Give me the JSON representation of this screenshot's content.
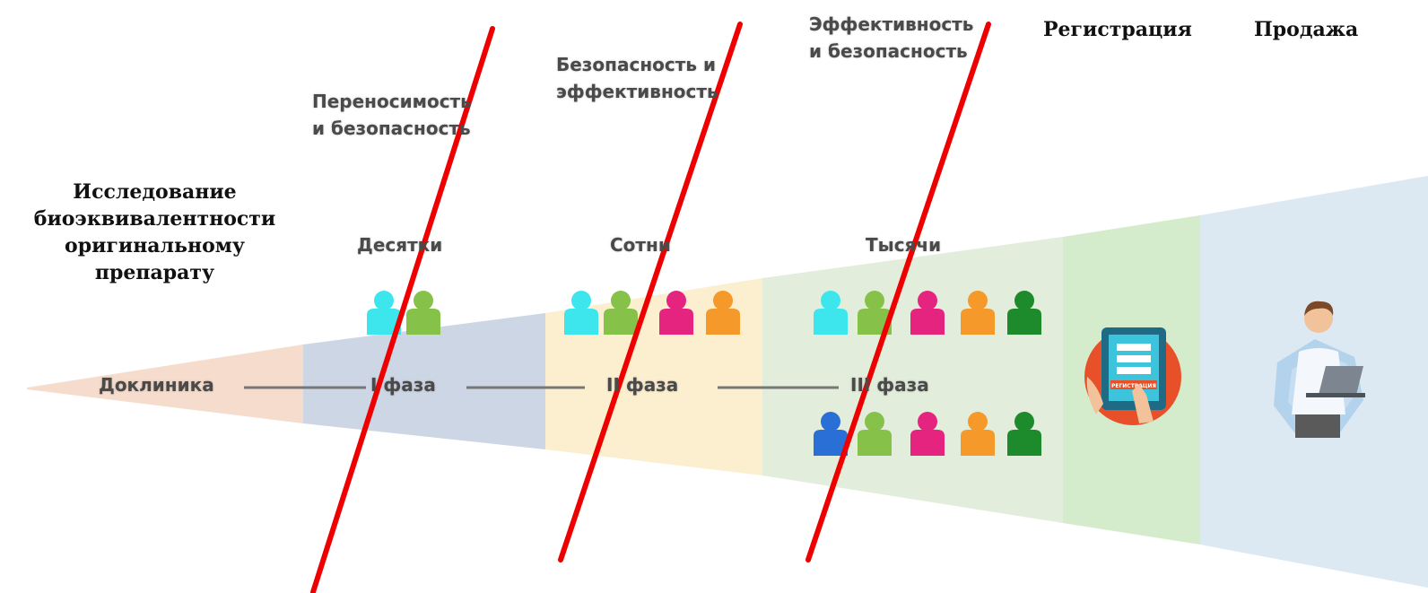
{
  "header": {
    "registration": "Регистрация",
    "sale": "Продажа"
  },
  "bioequivalence": {
    "lines": [
      "Исследование",
      "биоэквивалентности",
      "оригинальному",
      "препарату"
    ]
  },
  "goals": {
    "phase1": [
      "Переносимость",
      "и безопасность"
    ],
    "phase2": [
      "Безопасность и",
      "эффективность"
    ],
    "phase3": [
      "Эффективность",
      "и безопасность"
    ]
  },
  "counts": {
    "phase1": "Десятки",
    "phase2": "Сотни",
    "phase3": "Тысячи"
  },
  "stages": {
    "preclinic": "Доклиника",
    "phase1": "I фаза",
    "phase2": "II фаза",
    "phase3": "III фаза"
  },
  "registration_badge": "РЕГИСТРАЦИЯ",
  "colors": {
    "preclinic": "#f6dccd",
    "phase1": "#cdd6e4",
    "phase2": "#fcefd0",
    "phase3": "#e3eddb",
    "registration": "#d4eccb",
    "sale": "#dce9f3",
    "strike": "#ee0000",
    "person_cyan": "#3de6ec",
    "person_green": "#86c24a",
    "person_magenta": "#e5247f",
    "person_orange": "#f59a2a",
    "person_darkgreen": "#1d8a2c",
    "person_blue": "#2a6fd6"
  },
  "icons": {
    "person": "person-icon",
    "tablet": "tablet-registration-icon",
    "salesman": "salesman-laptop-icon"
  }
}
